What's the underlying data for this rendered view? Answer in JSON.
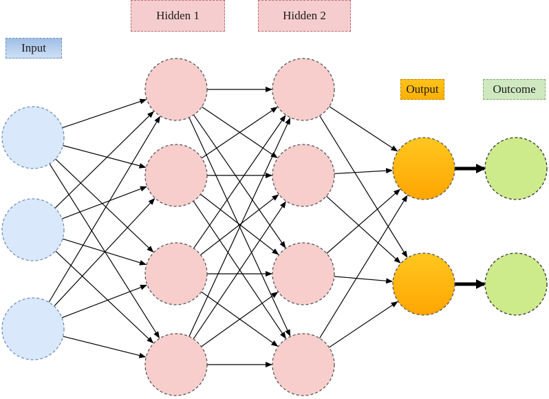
{
  "labels": {
    "input": "Input",
    "hidden1": "Hidden 1",
    "hidden2": "Hidden 2",
    "output": "Output",
    "outcome": "Outcome"
  },
  "layers": [
    {
      "name": "input",
      "count": 3,
      "fill": "#dae8fc",
      "stroke": "#6c8ebf"
    },
    {
      "name": "hidden1",
      "count": 4,
      "fill": "#f8cecc",
      "stroke": "#555555"
    },
    {
      "name": "hidden2",
      "count": 4,
      "fill": "#f8cecc",
      "stroke": "#555555"
    },
    {
      "name": "output",
      "count": 2,
      "fill": "#ffb300",
      "stroke": "#555555"
    },
    {
      "name": "outcome",
      "count": 2,
      "fill": "#cdeb8b",
      "stroke": "#333333"
    }
  ],
  "connections": [
    {
      "from": "input",
      "to": "hidden1",
      "type": "full"
    },
    {
      "from": "hidden1",
      "to": "hidden2",
      "type": "full"
    },
    {
      "from": "hidden2",
      "to": "output",
      "type": "full"
    },
    {
      "from": "output",
      "to": "outcome",
      "type": "one-to-one",
      "style": "bold"
    }
  ]
}
